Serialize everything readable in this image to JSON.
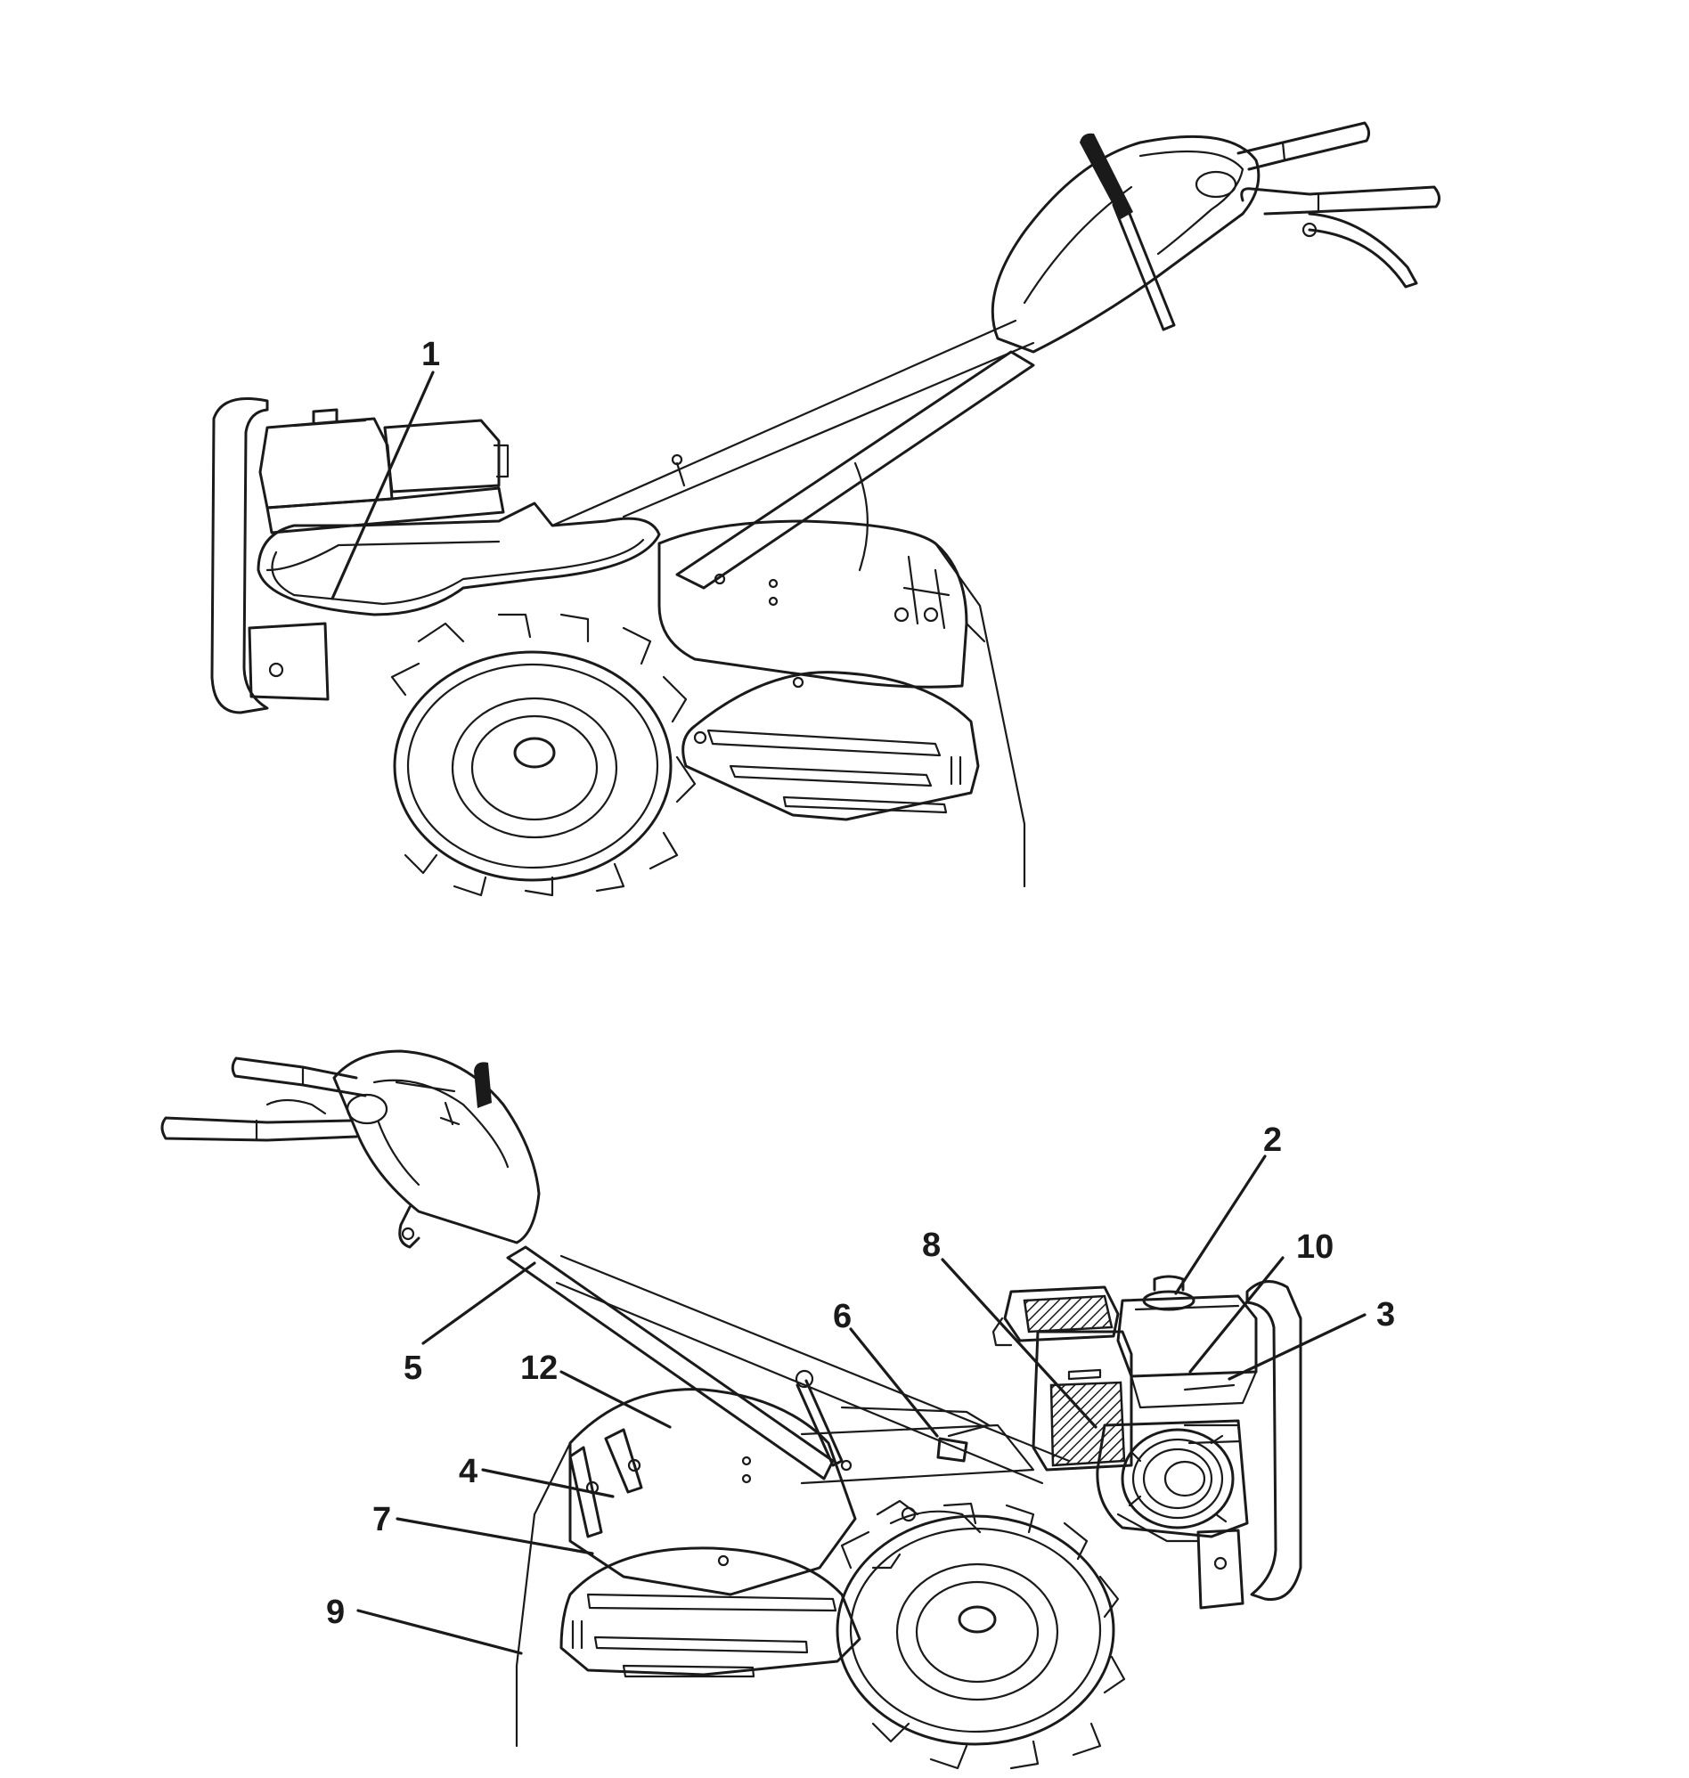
{
  "views": [
    {
      "id": "upper",
      "callouts": [
        {
          "label": "1"
        }
      ]
    },
    {
      "id": "lower",
      "callouts": [
        {
          "label": "2"
        },
        {
          "label": "10"
        },
        {
          "label": "8"
        },
        {
          "label": "6"
        },
        {
          "label": "3"
        },
        {
          "label": "5"
        },
        {
          "label": "12"
        },
        {
          "label": "4"
        },
        {
          "label": "7"
        },
        {
          "label": "9"
        }
      ]
    }
  ]
}
